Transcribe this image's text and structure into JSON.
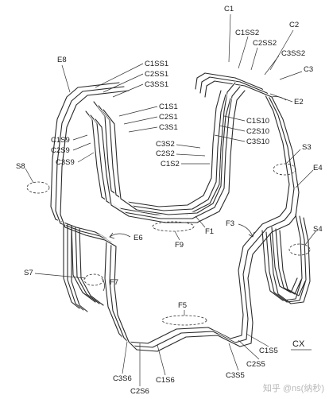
{
  "labels": {
    "C1": "C1",
    "C1SS2": "C1SS2",
    "C2": "C2",
    "C2SS2": "C2SS2",
    "C3SS2": "C3SS2",
    "C3": "C3",
    "E8": "E8",
    "C1SS1": "C1SS1",
    "C2SS1": "C2SS1",
    "C3SS1": "C3SS1",
    "E2": "E2",
    "C1S1": "C1S1",
    "C2S1": "C2S1",
    "C3S1": "C3S1",
    "C1S10": "C1S10",
    "C2S10": "C2S10",
    "C3S10": "C3S10",
    "C1S9": "C1S9",
    "C2S9": "C2S9",
    "C3S9": "C3S9",
    "C3S2": "C3S2",
    "C2S2": "C2S2",
    "C1S2": "C1S2",
    "S3": "S3",
    "E4": "E4",
    "S8": "S8",
    "F1": "F1",
    "F3": "F3",
    "F9": "F9",
    "E6": "E6",
    "S4": "S4",
    "S7": "S7",
    "F7": "F7",
    "F5": "F5",
    "CX": "CX",
    "C1S5": "C1S5",
    "C2S5": "C2S5",
    "C3S5": "C3S5",
    "C3S6": "C3S6",
    "C2S6": "C2S6",
    "C1S6": "C1S6"
  },
  "watermark": "知乎 @ns(纳秒)"
}
